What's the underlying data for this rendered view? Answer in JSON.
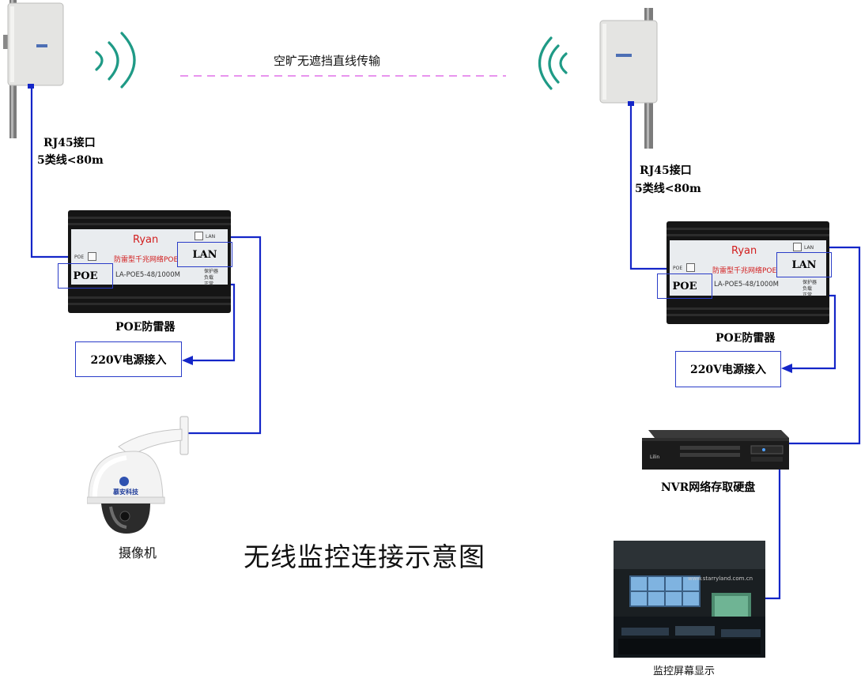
{
  "wireless_link": {
    "caption": "空旷无遮挡直线传输"
  },
  "left_site": {
    "cable_label_line1": "RJ45接口",
    "cable_label_line2": "5类线<80m",
    "poe_device": {
      "brand": "Ryan",
      "product_cn": "防雷型千兆网络POE",
      "model": "LA-POE5-48/1000M",
      "port_poe_small": "POE",
      "port_lan_small": "LAN",
      "indicators": [
        "保护器",
        "负载",
        "正常"
      ],
      "poe_tag": "POE",
      "lan_tag": "LAN",
      "caption": "POE防雷器"
    },
    "power_label": "220V电源接入",
    "camera": {
      "logo_text": "慕安科技",
      "caption": "摄像机"
    }
  },
  "right_site": {
    "cable_label_line1": "RJ45接口",
    "cable_label_line2": "5类线<80m",
    "poe_device": {
      "brand": "Ryan",
      "product_cn": "防雷型千兆网络POE",
      "model": "LA-POE5-48/1000M",
      "port_poe_small": "POE",
      "port_lan_small": "LAN",
      "indicators": [
        "保护器",
        "负载",
        "正常"
      ],
      "poe_tag": "POE",
      "lan_tag": "LAN",
      "caption": "POE防雷器"
    },
    "power_label": "220V电源接入",
    "nvr": {
      "brand_text": "Lilin",
      "caption": "NVR网络存取硬盘"
    },
    "monitor": {
      "watermark": "www.starryland.com.cn",
      "caption": "监控屏幕显示"
    }
  },
  "diagram_title": "无线监控连接示意图",
  "colors": {
    "wire": "#1426c8",
    "link_dash": "#e070e8",
    "wave": "#1f9a86",
    "brand_red": "#d21d1d",
    "device_black": "#151515"
  },
  "icons": [
    "antenna-icon",
    "wifi-wave-icon",
    "poe-injector-icon",
    "ptz-camera-icon",
    "nvr-icon",
    "control-room-icon"
  ]
}
